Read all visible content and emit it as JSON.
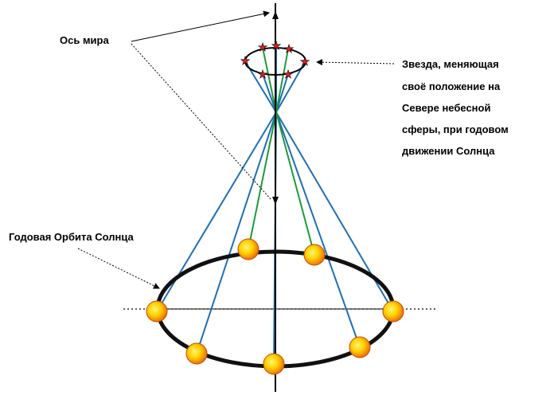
{
  "labels": {
    "axis": "Ось мира",
    "orbit": "Годовая Орбита Солнца",
    "star_lines": [
      "Звезда, меняющая",
      "своё положение на",
      "Севере небесной",
      "сферы, при годовом",
      "движении Солнца"
    ]
  },
  "colors": {
    "blue_lines": "#1f6fb4",
    "green_lines": "#1f9a3a",
    "star": "#e51c1c",
    "sun_outer": "#e8650a",
    "sun_inner": "#ffe000"
  }
}
